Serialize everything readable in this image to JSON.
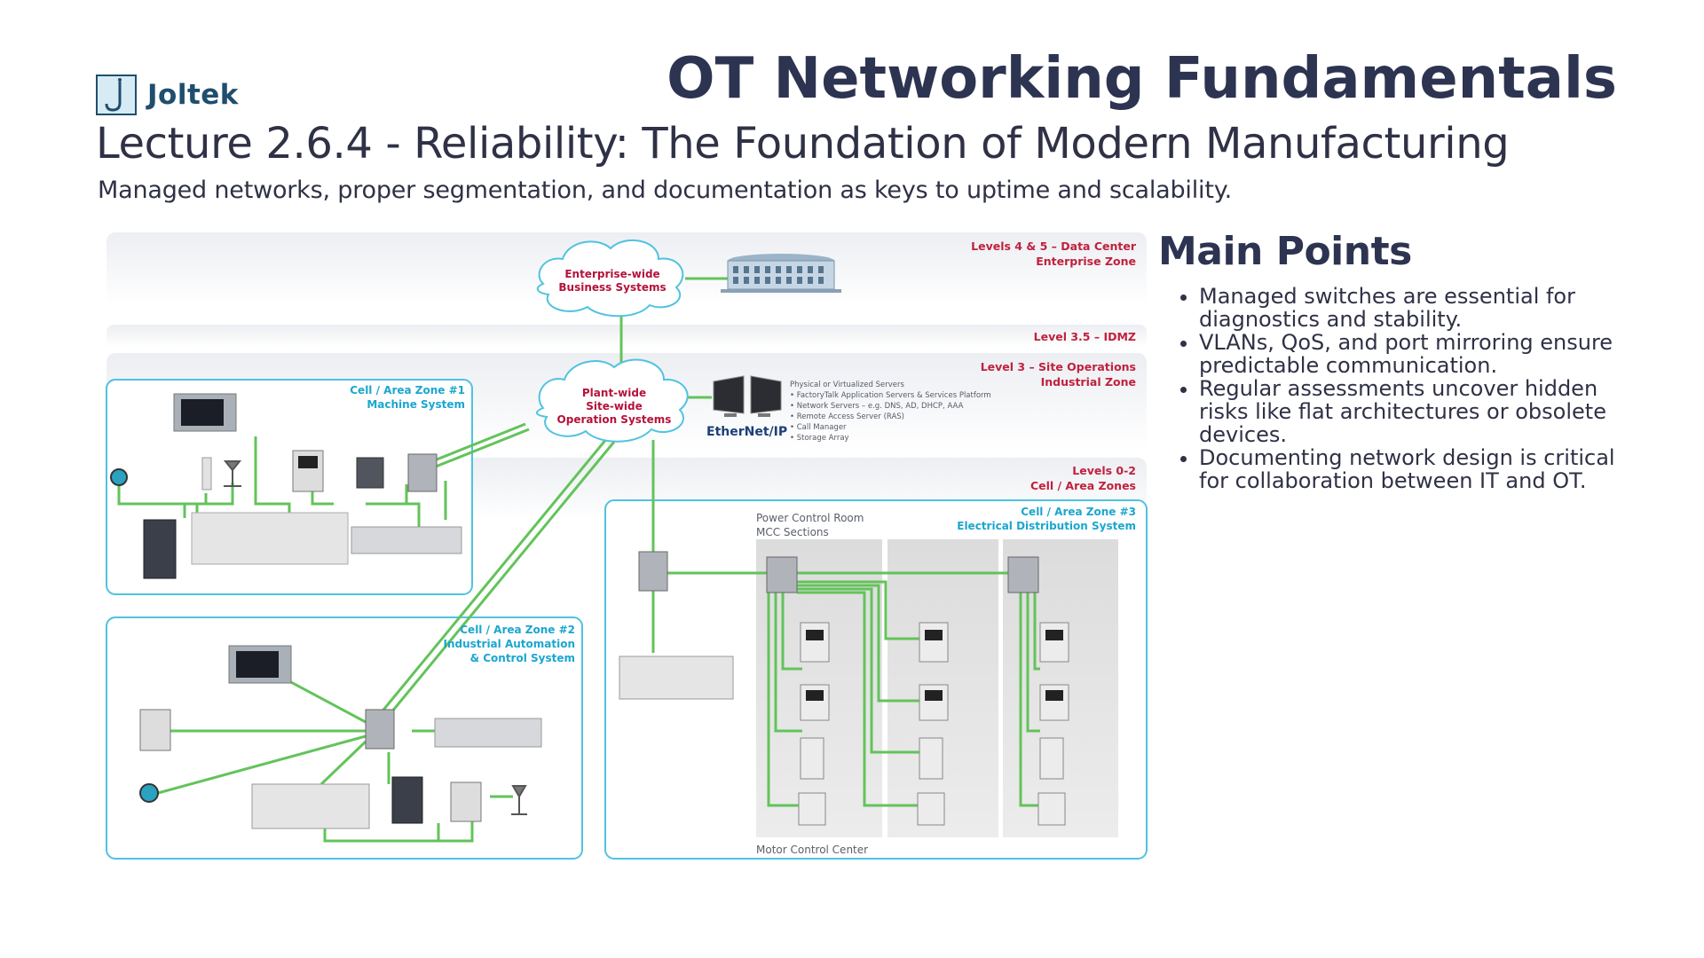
{
  "brand": {
    "name": "Joltek"
  },
  "header": {
    "course_title": "OT Networking Fundamentals",
    "lecture_title": "Lecture 2.6.4 - Reliability: The Foundation of Modern Manufacturing",
    "subtitle": "Managed networks, proper segmentation, and documentation as keys to uptime and scalability."
  },
  "diagram": {
    "zones": {
      "enterprise": {
        "title": "Levels 4 & 5 – Data Center",
        "subtitle": "Enterprise Zone"
      },
      "idmz": {
        "title": "Level 3.5 – IDMZ"
      },
      "site": {
        "title": "Level 3 – Site Operations",
        "subtitle": "Industrial Zone"
      },
      "cell": {
        "title": "Levels 0-2",
        "subtitle": "Cell / Area Zones"
      }
    },
    "clouds": {
      "enterprise": [
        "Enterprise-wide",
        "Business Systems"
      ],
      "plant": [
        "Plant-wide",
        "Site-wide",
        "Operation Systems"
      ]
    },
    "servers": {
      "title": "Physical or Virtualized Servers",
      "items": [
        "• FactoryTalk Application Servers & Services Platform",
        "• Network Servers – e.g. DNS, AD, DHCP, AAA",
        "• Remote Access Server (RAS)",
        "• Call Manager",
        "• Storage Array"
      ]
    },
    "ethernet_ip": "EtherNet/IP",
    "cell1": {
      "title": "Cell / Area Zone #1",
      "subtitle": "Machine System"
    },
    "cell2": {
      "title": "Cell / Area Zone #2",
      "line2": "Industrial Automation",
      "line3": "& Control System"
    },
    "cell3": {
      "title": "Cell / Area Zone #3",
      "subtitle": "Electrical Distribution System",
      "room_line1": "Power Control Room",
      "room_line2": "MCC Sections",
      "footer": "Motor Control Center"
    },
    "colors": {
      "link": "#63c35a",
      "zone_border": "#4fc3df",
      "zone_label": "#c0213d",
      "cell_label": "#1ba6cf"
    }
  },
  "main_points": {
    "heading": "Main Points",
    "items": [
      "Managed switches are essential for diagnostics and stability.",
      "VLANs, QoS, and port mirroring ensure predictable communication.",
      "Regular assessments uncover hidden risks like flat architectures or obsolete devices.",
      "Documenting network design is critical for collaboration between IT and OT."
    ]
  }
}
